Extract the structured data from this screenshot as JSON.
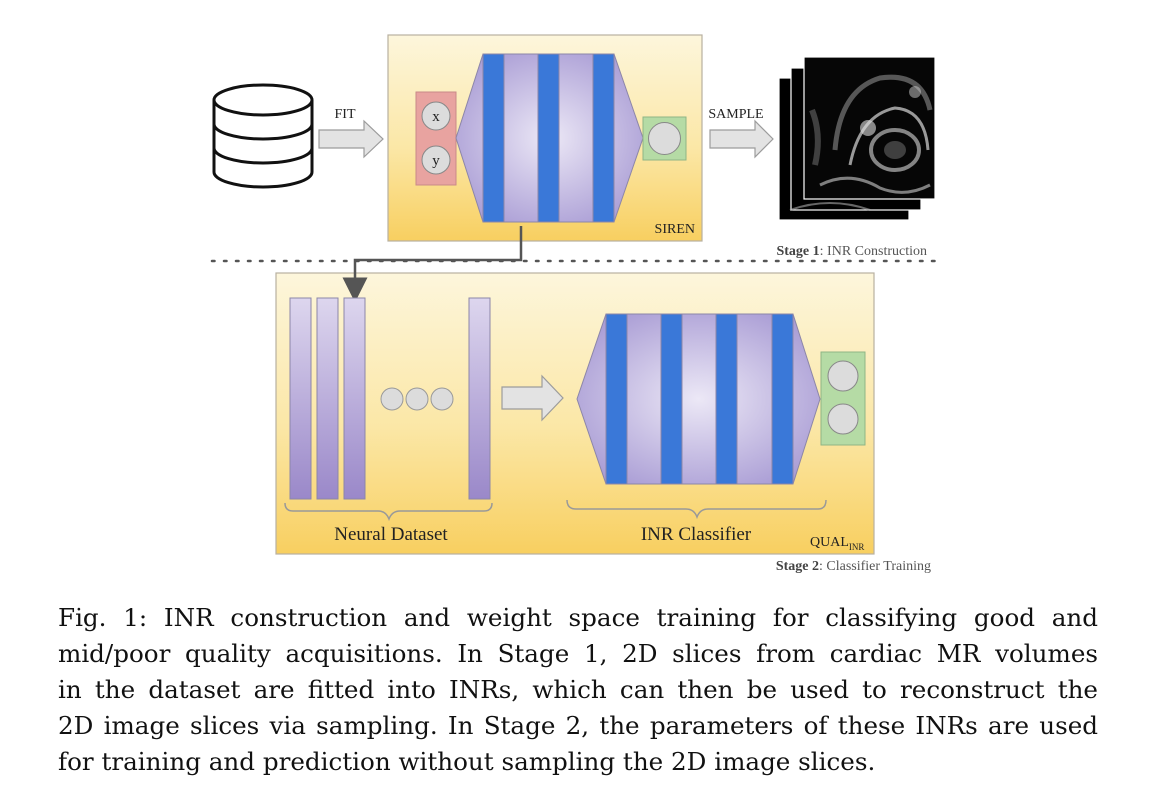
{
  "figure": {
    "stage1": {
      "fit_label": "FIT",
      "sample_label": "SAMPLE",
      "input_x": "x",
      "input_y": "y",
      "model_label": "SIREN",
      "stage_bold": "Stage 1",
      "stage_desc": ": INR Construction"
    },
    "stage2": {
      "dataset_label": "Neural Dataset",
      "classifier_label": "INR Classifier",
      "qual_main": "QUAL",
      "qual_sub": "INR",
      "stage_bold": "Stage 2",
      "stage_desc": ": Classifier Training"
    },
    "colors": {
      "panel_top": "#fdf6dc",
      "panel_bottom": "#f9d36b",
      "blue_layer": "#3a78d8",
      "purple_layer": "#a99ad6",
      "input_pink": "#e8a3a0",
      "output_green": "#b5dba5"
    }
  },
  "caption": {
    "line1": "Fig. 1: INR construction and weight space training for classifying good and",
    "line2": "mid/poor quality acquisitions. In Stage 1, 2D slices from cardiac MR volumes",
    "line3": "in the dataset are fitted into INRs, which can then be used to reconstruct the",
    "line4": "2D image slices via sampling. In Stage 2, the parameters of these INRs are used",
    "line5": "for training and prediction without sampling the 2D image slices."
  }
}
